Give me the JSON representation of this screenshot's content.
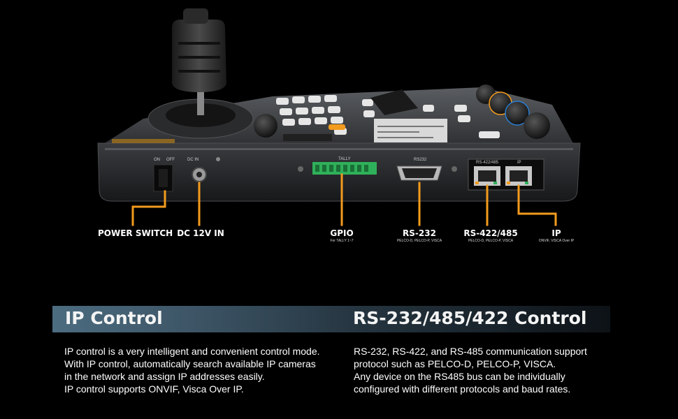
{
  "device": {
    "switch_on": "ON",
    "switch_off": "OFF",
    "dc_label": "DC IN",
    "tally_label": "TALLY",
    "rs232_port_label": "RS232",
    "rs422_port_label": "RS-422/485",
    "ip_port_label": "IP"
  },
  "callouts": [
    {
      "title": "POWER SWITCH",
      "subtitle": ""
    },
    {
      "title": "DC 12V IN",
      "subtitle": ""
    },
    {
      "title": "GPIO",
      "subtitle": "For TALLY 1~7"
    },
    {
      "title": "RS-232",
      "subtitle": "PELCO-D, PELCO-P, VISCA"
    },
    {
      "title": "RS-422/485",
      "subtitle": "PELCO-D, PELCO-P, VISCA"
    },
    {
      "title": "IP",
      "subtitle": "ONVIF, VISCA Over IP"
    }
  ],
  "sections": {
    "left": {
      "heading": "IP Control",
      "lines": [
        "IP control is a very intelligent and convenient control mode.",
        "With IP control, automatically search available IP cameras",
        "in the network and assign IP addresses easily.",
        "IP control supports ONVIF, Visca Over IP."
      ]
    },
    "right": {
      "heading": "RS-232/485/422 Control",
      "lines": [
        "RS-232, RS-422, and RS-485 communication support",
        "protocol such as PELCO-D, PELCO-P, VISCA.",
        "Any device on the RS485 bus can be individually",
        "configured with different protocols and baud rates."
      ]
    }
  },
  "colors": {
    "accent": "#f29b1d",
    "background": "#000000",
    "banner_start": "#4c6c80",
    "banner_end": "#0d1216"
  }
}
